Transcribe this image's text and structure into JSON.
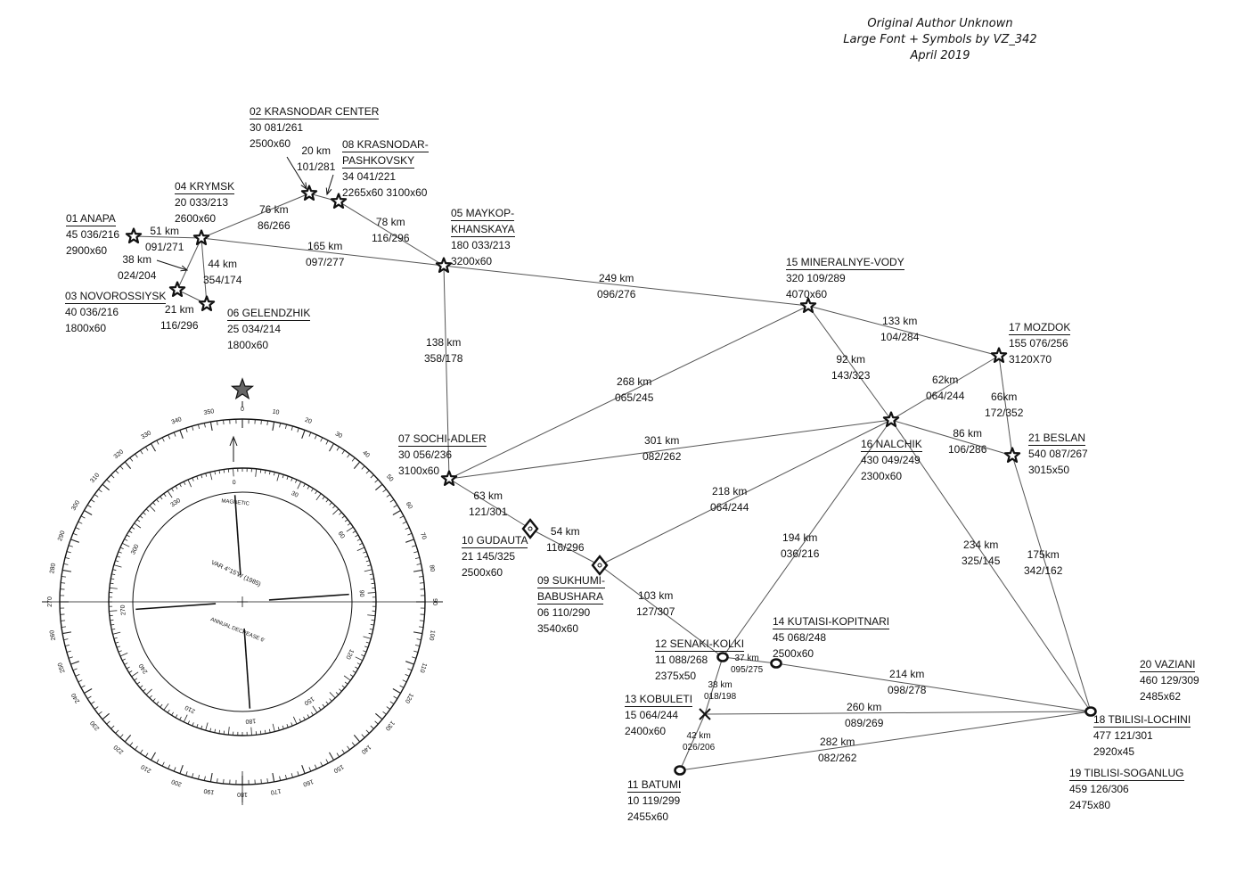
{
  "credits": {
    "line1": "Original Author Unknown",
    "line2": "Large Font + Symbols by VZ_342",
    "line3": "April 2019"
  },
  "compass": {
    "inner_label": "MAGNETIC",
    "variation_label": "VAR 4°15'W (1985)",
    "annual_label": "ANNUAL DECREASE 6'"
  },
  "airbases": [
    {
      "id": "01",
      "name": "01 ANAPA",
      "l2": "45  036/216",
      "l3": "2900x60",
      "symbol": "star"
    },
    {
      "id": "02",
      "name": "02 KRASNODAR CENTER",
      "l2": "30  081/261",
      "l3": "2500x60",
      "symbol": "star"
    },
    {
      "id": "03",
      "name": "03 NOVOROSSIYSK",
      "l2": "40  036/216",
      "l3": "1800x60",
      "symbol": "star"
    },
    {
      "id": "04",
      "name": "04  KRYMSK",
      "l2": "20  033/213",
      "l3": "2600x60",
      "symbol": "star"
    },
    {
      "id": "05",
      "name": "05 MAYKOP-",
      "name2": "KHANSKAYA",
      "l2": "180  033/213",
      "l3": "3200x60",
      "symbol": "star"
    },
    {
      "id": "06",
      "name": "06 GELENDZHIK",
      "l2": "25  034/214",
      "l3": "1800x60",
      "symbol": "star"
    },
    {
      "id": "07",
      "name": "07  SOCHI-ADLER",
      "l2": "30  056/236",
      "l3": "3100x60",
      "symbol": "star"
    },
    {
      "id": "08",
      "name": "08 KRASNODAR-",
      "name2": "PASHKOVSKY",
      "l2": "34 041/221",
      "l3": "2265x60  3100x60",
      "symbol": "star"
    },
    {
      "id": "09",
      "name": "09 SUKHUMI-",
      "name2": "BABUSHARA",
      "l2": "06  110/290",
      "l3": "3540x60",
      "symbol": "diamond"
    },
    {
      "id": "10",
      "name": "10 GUDAUTA",
      "l2": "21  145/325",
      "l3": "2500x60",
      "symbol": "diamond"
    },
    {
      "id": "11",
      "name": "11 BATUMI",
      "l2": "10  119/299",
      "l3": "2455x60",
      "symbol": "circle"
    },
    {
      "id": "12",
      "name": "12 SENAKI-KOLKI",
      "l2": "11  088/268",
      "l3": "2375x50",
      "symbol": "circle"
    },
    {
      "id": "13",
      "name": "13 KOBULETI",
      "l2": "15  064/244",
      "l3": "2400x60",
      "symbol": "cross"
    },
    {
      "id": "14",
      "name": "14 KUTAISI-KOPITNARI",
      "l2": "45  068/248",
      "l3": "2500x60",
      "symbol": "circle"
    },
    {
      "id": "15",
      "name": "15 MINERALNYE-VODY",
      "l2": "320 109/289",
      "l3": "4070x60",
      "symbol": "star"
    },
    {
      "id": "16",
      "name": "16 NALCHIK",
      "l2": "430 049/249",
      "l3": "2300x60",
      "symbol": "star"
    },
    {
      "id": "17",
      "name": "17 MOZDOK",
      "l2": "155 076/256",
      "l3": "3120X70",
      "symbol": "star"
    },
    {
      "id": "18",
      "name": "18 TBILISI-LOCHINI",
      "l2": "477  121/301",
      "l3": "2920x45",
      "symbol": "circle"
    },
    {
      "id": "19",
      "name": "19  TIBLISI-SOGANLUG",
      "l2": "459  126/306",
      "l3": "2475x80",
      "symbol": "none"
    },
    {
      "id": "20",
      "name": "20 VAZIANI",
      "l2": "460  129/309",
      "l3": "2485x62",
      "symbol": "none"
    },
    {
      "id": "21",
      "name": "21  BESLAN",
      "l2": "540 087/267",
      "l3": "3015x50",
      "symbol": "star"
    }
  ],
  "routes": [
    {
      "a": "01",
      "b": "04",
      "dist": "51 km",
      "brg": "091/271"
    },
    {
      "a": "04",
      "b": "03",
      "dist": "38 km",
      "brg": "024/204"
    },
    {
      "a": "04",
      "b": "06",
      "dist": "44 km",
      "brg": "354/174"
    },
    {
      "a": "03",
      "b": "06",
      "dist": "21 km",
      "brg": "116/296"
    },
    {
      "a": "04",
      "b": "02",
      "dist": "76 km",
      "brg": "86/266"
    },
    {
      "a": "02",
      "b": "08",
      "dist": "20 km",
      "brg": "101/281"
    },
    {
      "a": "08",
      "b": "05",
      "dist": "78 km",
      "brg": "116/296"
    },
    {
      "a": "04",
      "b": "05",
      "dist": "165 km",
      "brg": "097/277"
    },
    {
      "a": "05",
      "b": "15",
      "dist": "249 km",
      "brg": "096/276"
    },
    {
      "a": "05",
      "b": "07",
      "dist": "138 km",
      "brg": "358/178"
    },
    {
      "a": "07",
      "b": "15",
      "dist": "268 km",
      "brg": "065/245"
    },
    {
      "a": "07",
      "b": "16",
      "dist": "301 km",
      "brg": "082/262"
    },
    {
      "a": "15",
      "b": "17",
      "dist": "133 km",
      "brg": "104/284"
    },
    {
      "a": "15",
      "b": "16",
      "dist": "92 km",
      "brg": "143/323"
    },
    {
      "a": "16",
      "b": "17",
      "dist": "62km",
      "brg": "064/244"
    },
    {
      "a": "16",
      "b": "21",
      "dist": "86 km",
      "brg": "106/286"
    },
    {
      "a": "17",
      "b": "21",
      "dist": "66km",
      "brg": "172/352"
    },
    {
      "a": "07",
      "b": "10",
      "dist": "63 km",
      "brg": "121/301"
    },
    {
      "a": "10",
      "b": "09",
      "dist": "54 km",
      "brg": "116/296"
    },
    {
      "a": "09",
      "b": "16",
      "dist": "218 km",
      "brg": "064/244"
    },
    {
      "a": "09",
      "b": "12",
      "dist": "103 km",
      "brg": "127/307"
    },
    {
      "a": "12",
      "b": "16",
      "dist": "194 km",
      "brg": "036/216"
    },
    {
      "a": "16",
      "b": "18",
      "dist": "234 km",
      "brg": "325/145"
    },
    {
      "a": "21",
      "b": "18",
      "dist": "175km",
      "brg": "342/162"
    },
    {
      "a": "12",
      "b": "14",
      "dist": "37 km",
      "brg": "095/275"
    },
    {
      "a": "12",
      "b": "13",
      "dist": "38 km",
      "brg": "018/198"
    },
    {
      "a": "14",
      "b": "18",
      "dist": "214 km",
      "brg": "098/278"
    },
    {
      "a": "13",
      "b": "18",
      "dist": "260 km",
      "brg": "089/269"
    },
    {
      "a": "13",
      "b": "11",
      "dist": "42 km",
      "brg": "026/206"
    },
    {
      "a": "11",
      "b": "18",
      "dist": "282 km",
      "brg": "082/262"
    }
  ]
}
